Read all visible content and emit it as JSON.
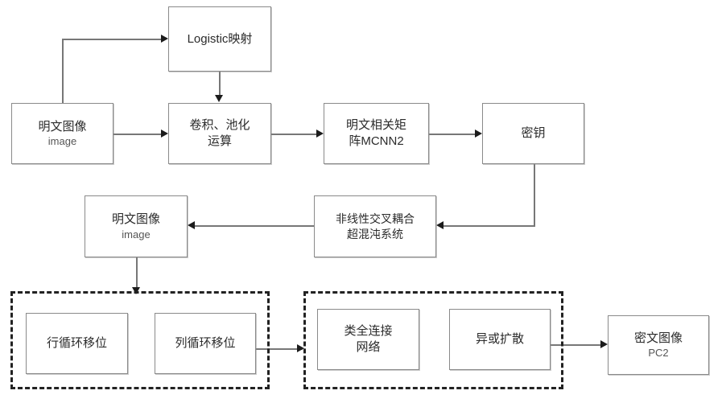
{
  "diagram": {
    "title": "Image encryption flowchart",
    "background": "#ffffff",
    "box_border_color": "#8a8a8a",
    "group_border_color": "#222222",
    "connector_color": "#777777",
    "nodes": {
      "logistic_map": {
        "line1": "Logistic映射"
      },
      "plain_image_1": {
        "line1": "明文图像",
        "line2": "image"
      },
      "conv_pool": {
        "line1": "卷积、池化",
        "line2": "运算"
      },
      "plain_corr_matrix": {
        "line1": "明文相关矩",
        "line2": "阵MCNN2"
      },
      "secret_key": {
        "line1": "密钥"
      },
      "plain_image_2": {
        "line1": "明文图像",
        "line2": "image"
      },
      "hyperchaos": {
        "line1": "非线性交叉耦合",
        "line2": "超混沌系统"
      },
      "row_shift": {
        "line1": "行循环移位"
      },
      "col_shift": {
        "line1": "列循环移位"
      },
      "fc_network": {
        "line1": "类全连接",
        "line2": "网络"
      },
      "xor_diffusion": {
        "line1": "异或扩散"
      },
      "cipher_image": {
        "line1": "密文图像",
        "line2": "PC2"
      }
    },
    "groups": {
      "confusion_group": {
        "label": ""
      },
      "diffusion_group": {
        "label": ""
      }
    }
  }
}
